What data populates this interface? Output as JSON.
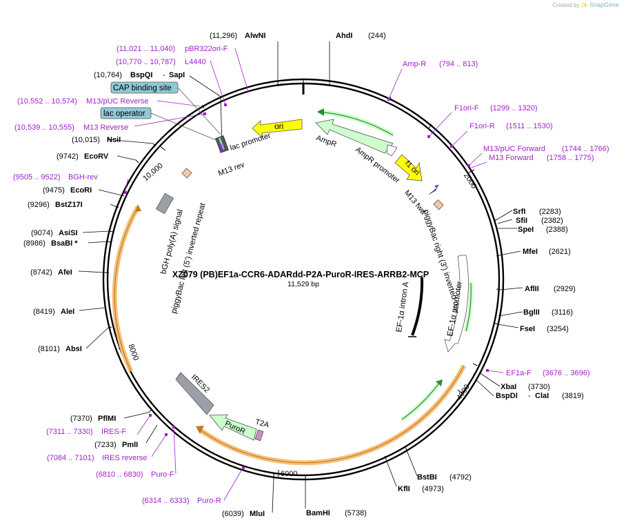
{
  "credit": {
    "prefix": "Created by",
    "brand": "SnapGene"
  },
  "plasmid": {
    "name": "XZ079 (PB)EF1a-CCR6-ADARdd-P2A-PuroR-IRES-ARRB2-MCP",
    "size_label": "11,529 bp",
    "length": 11529
  },
  "ticks": [
    "2000",
    "4000",
    "6000",
    "8000",
    "10,000"
  ],
  "enzymes": [
    {
      "name": "AhdI",
      "pos": "(244)"
    },
    {
      "name": "SrfI",
      "pos": "(2283)"
    },
    {
      "name": "SfiI",
      "pos": "(2382)"
    },
    {
      "name": "SpeI",
      "pos": "(2388)"
    },
    {
      "name": "MfeI",
      "pos": "(2621)"
    },
    {
      "name": "AflII",
      "pos": "(2929)"
    },
    {
      "name": "BglII",
      "pos": "(3116)"
    },
    {
      "name": "FseI",
      "pos": "(3254)"
    },
    {
      "name": "XbaI",
      "pos": "(3730)"
    },
    {
      "name": "BspDI",
      "pos": "(3819)",
      "name2": "ClaI"
    },
    {
      "name": "BstBI",
      "pos": "(4792)"
    },
    {
      "name": "KflI",
      "pos": "(4973)"
    },
    {
      "name": "BamHI",
      "pos": "(5738)"
    },
    {
      "name": "MluI",
      "pos": "(6039)"
    },
    {
      "name": "PmlI",
      "pos": "(7233)"
    },
    {
      "name": "PflMI",
      "pos": "(7370)"
    },
    {
      "name": "AbsI",
      "pos": "(8101)"
    },
    {
      "name": "AleI",
      "pos": "(8419)"
    },
    {
      "name": "AfeI",
      "pos": "(8742)"
    },
    {
      "name": "BsaBI *",
      "pos": "(8986)"
    },
    {
      "name": "AsiSI",
      "pos": "(9074)"
    },
    {
      "name": "BstZ17I",
      "pos": "(9296)"
    },
    {
      "name": "EcoRI",
      "pos": "(9475)"
    },
    {
      "name": "EcoRV",
      "pos": "(9742)"
    },
    {
      "name": "NsiI",
      "pos": "(10,015)"
    },
    {
      "name": "BspQI",
      "pos": "(10,764)",
      "name2": "SapI"
    },
    {
      "name": "AlwNI",
      "pos": "(11,296)"
    }
  ],
  "primers": [
    {
      "name": "Amp-R",
      "range": "(794 .. 813)"
    },
    {
      "name": "F1ori-F",
      "range": "(1299 .. 1320)"
    },
    {
      "name": "F1ori-R",
      "range": "(1511 .. 1530)"
    },
    {
      "name": "M13/pUC Forward",
      "range": "(1744 .. 1766)"
    },
    {
      "name": "M13 Forward",
      "range": "(1758 .. 1775)"
    },
    {
      "name": "EF1a-F",
      "range": "(3676 .. 3696)"
    },
    {
      "name": "Puro-R",
      "range": "(6314 .. 6333)"
    },
    {
      "name": "Puro-F",
      "range": "(6810 .. 6830)"
    },
    {
      "name": "IRES reverse",
      "range": "(7084 .. 7101)"
    },
    {
      "name": "IRES-F",
      "range": "(7311 .. 7330)"
    },
    {
      "name": "BGH-rev",
      "range": "(9505 .. 9522)"
    },
    {
      "name": "M13 Reverse",
      "range": "(10,539 .. 10,555)"
    },
    {
      "name": "M13/pUC Reverse",
      "range": "(10,552 .. 10,574)"
    },
    {
      "name": "L4440",
      "range": "(10,770 .. 10,787)"
    },
    {
      "name": "pBR322ori-F",
      "range": "(11,021 .. 11,040)"
    }
  ],
  "boxed_features": [
    "CAP binding site",
    "lac operator"
  ],
  "features": {
    "ori": "ori",
    "ampr": "AmpR",
    "ampr_promoter": "AmpR promoter",
    "f1_ori": "f1 ori",
    "m13_fwd": "M13 fwd",
    "pb_right": "piggyBac right (3') inverted repeat",
    "ef1a_promoter": "EF-1α promoter",
    "ef1a_intron": "EF-1α intron A",
    "ires2": "IRES2",
    "puror": "PuroR",
    "t2a": "T2A",
    "bgh": "bGH poly(A) signal",
    "pb_left": "piggyBac left (5') inverted repeat",
    "lac_promoter": "lac promoter",
    "m13_rev": "M13 rev"
  },
  "colors": {
    "enzyme": "#000000",
    "primer": "#a020c8",
    "ori": "#ffff00",
    "ampr": "#ccffcc",
    "orf_outline": "#f5c07a",
    "orf_line": "#2e8b2e",
    "promoter": "#ffffff",
    "cap_box": "#8fc9d6",
    "bgh": "#9aa0a6",
    "ires": "#9aa0a6",
    "t2a": "#c88fbf",
    "pb_ir": "#f5c9a5",
    "m13": "#8a2be2"
  }
}
